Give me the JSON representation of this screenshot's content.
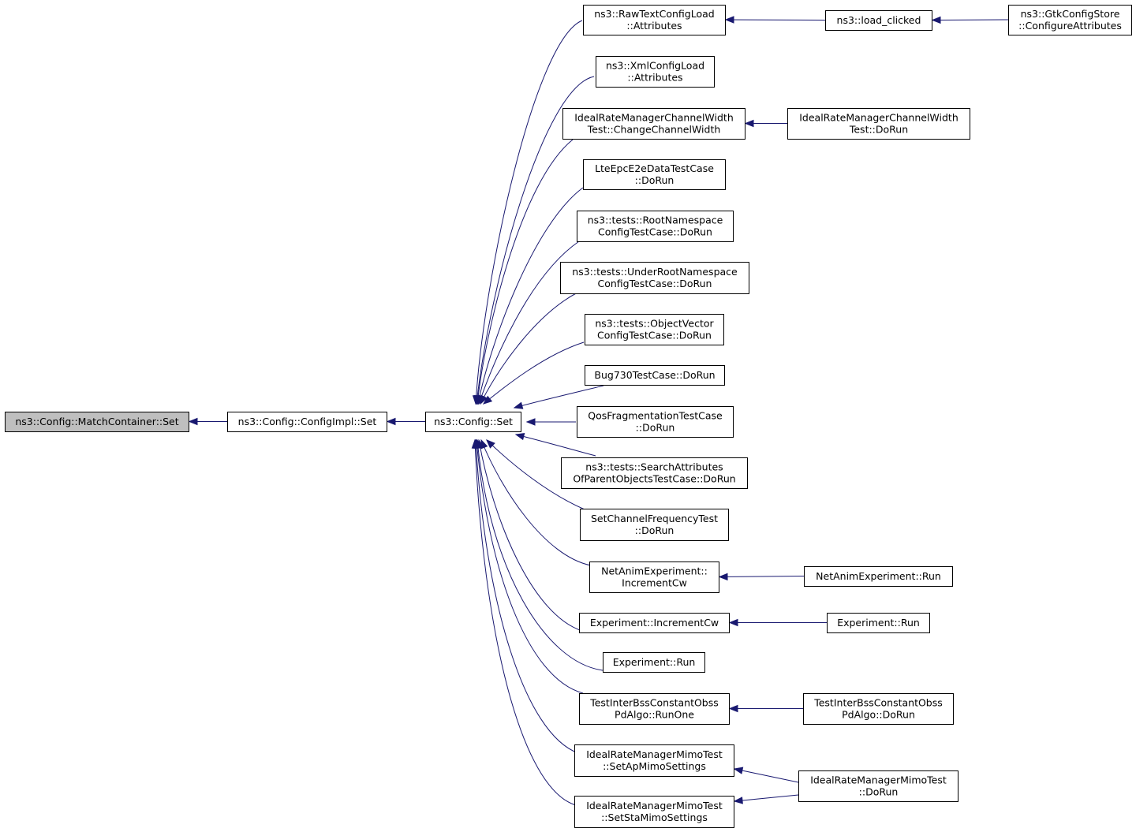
{
  "nodes": {
    "matchcontainer_set": {
      "lines": [
        "ns3::Config::MatchContainer::Set"
      ],
      "current": true
    },
    "configimpl_set": {
      "lines": [
        "ns3::Config::ConfigImpl::Set"
      ]
    },
    "config_set": {
      "lines": [
        "ns3::Config::Set"
      ]
    },
    "rawtext_attributes": {
      "lines": [
        "ns3::RawTextConfigLoad",
        "::Attributes"
      ]
    },
    "load_clicked": {
      "lines": [
        "ns3::load_clicked"
      ]
    },
    "gtk_configure": {
      "lines": [
        "ns3::GtkConfigStore",
        "::ConfigureAttributes"
      ]
    },
    "xml_attributes": {
      "lines": [
        "ns3::XmlConfigLoad",
        "::Attributes"
      ]
    },
    "ideal_cw_change": {
      "lines": [
        "IdealRateManagerChannelWidth",
        "Test::ChangeChannelWidth"
      ]
    },
    "ideal_cw_dorun": {
      "lines": [
        "IdealRateManagerChannelWidth",
        "Test::DoRun"
      ]
    },
    "lteepc_dorun": {
      "lines": [
        "LteEpcE2eDataTestCase",
        "::DoRun"
      ]
    },
    "rootns_dorun": {
      "lines": [
        "ns3::tests::RootNamespace",
        "ConfigTestCase::DoRun"
      ]
    },
    "underroot_dorun": {
      "lines": [
        "ns3::tests::UnderRootNamespace",
        "ConfigTestCase::DoRun"
      ]
    },
    "objvector_dorun": {
      "lines": [
        "ns3::tests::ObjectVector",
        "ConfigTestCase::DoRun"
      ]
    },
    "bug730_dorun": {
      "lines": [
        "Bug730TestCase::DoRun"
      ]
    },
    "qosfrag_dorun": {
      "lines": [
        "QosFragmentationTestCase",
        "::DoRun"
      ]
    },
    "searchattr_dorun": {
      "lines": [
        "ns3::tests::SearchAttributes",
        "OfParentObjectsTestCase::DoRun"
      ]
    },
    "setchanfreq_dorun": {
      "lines": [
        "SetChannelFrequencyTest",
        "::DoRun"
      ]
    },
    "netanim_inccw": {
      "lines": [
        "NetAnimExperiment::",
        "IncrementCw"
      ]
    },
    "netanim_run": {
      "lines": [
        "NetAnimExperiment::Run"
      ]
    },
    "exp_inccw": {
      "lines": [
        "Experiment::IncrementCw"
      ]
    },
    "exp_run_right": {
      "lines": [
        "Experiment::Run"
      ]
    },
    "exp_run": {
      "lines": [
        "Experiment::Run"
      ]
    },
    "interbss_runone": {
      "lines": [
        "TestInterBssConstantObss",
        "PdAlgo::RunOne"
      ]
    },
    "interbss_dorun": {
      "lines": [
        "TestInterBssConstantObss",
        "PdAlgo::DoRun"
      ]
    },
    "mimo_setap": {
      "lines": [
        "IdealRateManagerMimoTest",
        "::SetApMimoSettings"
      ]
    },
    "mimo_setsta": {
      "lines": [
        "IdealRateManagerMimoTest",
        "::SetStaMimoSettings"
      ]
    },
    "mimo_dorun": {
      "lines": [
        "IdealRateManagerMimoTest",
        "::DoRun"
      ]
    }
  },
  "edges": [
    {
      "from": "configimpl_set",
      "to": "matchcontainer_set"
    },
    {
      "from": "config_set",
      "to": "configimpl_set"
    },
    {
      "from": "rawtext_attributes",
      "to": "config_set"
    },
    {
      "from": "load_clicked",
      "to": "rawtext_attributes"
    },
    {
      "from": "gtk_configure",
      "to": "load_clicked"
    },
    {
      "from": "xml_attributes",
      "to": "config_set"
    },
    {
      "from": "ideal_cw_change",
      "to": "config_set"
    },
    {
      "from": "ideal_cw_dorun",
      "to": "ideal_cw_change"
    },
    {
      "from": "lteepc_dorun",
      "to": "config_set"
    },
    {
      "from": "rootns_dorun",
      "to": "config_set"
    },
    {
      "from": "underroot_dorun",
      "to": "config_set"
    },
    {
      "from": "objvector_dorun",
      "to": "config_set"
    },
    {
      "from": "bug730_dorun",
      "to": "config_set"
    },
    {
      "from": "qosfrag_dorun",
      "to": "config_set"
    },
    {
      "from": "searchattr_dorun",
      "to": "config_set"
    },
    {
      "from": "setchanfreq_dorun",
      "to": "config_set"
    },
    {
      "from": "netanim_inccw",
      "to": "config_set"
    },
    {
      "from": "netanim_run",
      "to": "netanim_inccw"
    },
    {
      "from": "exp_inccw",
      "to": "config_set"
    },
    {
      "from": "exp_run_right",
      "to": "exp_inccw"
    },
    {
      "from": "exp_run",
      "to": "config_set"
    },
    {
      "from": "interbss_runone",
      "to": "config_set"
    },
    {
      "from": "interbss_dorun",
      "to": "interbss_runone"
    },
    {
      "from": "mimo_setap",
      "to": "config_set"
    },
    {
      "from": "mimo_setsta",
      "to": "config_set"
    },
    {
      "from": "mimo_dorun",
      "to": "mimo_setap"
    },
    {
      "from": "mimo_dorun",
      "to": "mimo_setsta"
    }
  ],
  "colors": {
    "edge": "#191970",
    "current_fill": "#bfbfbf",
    "node_border": "#000000"
  }
}
